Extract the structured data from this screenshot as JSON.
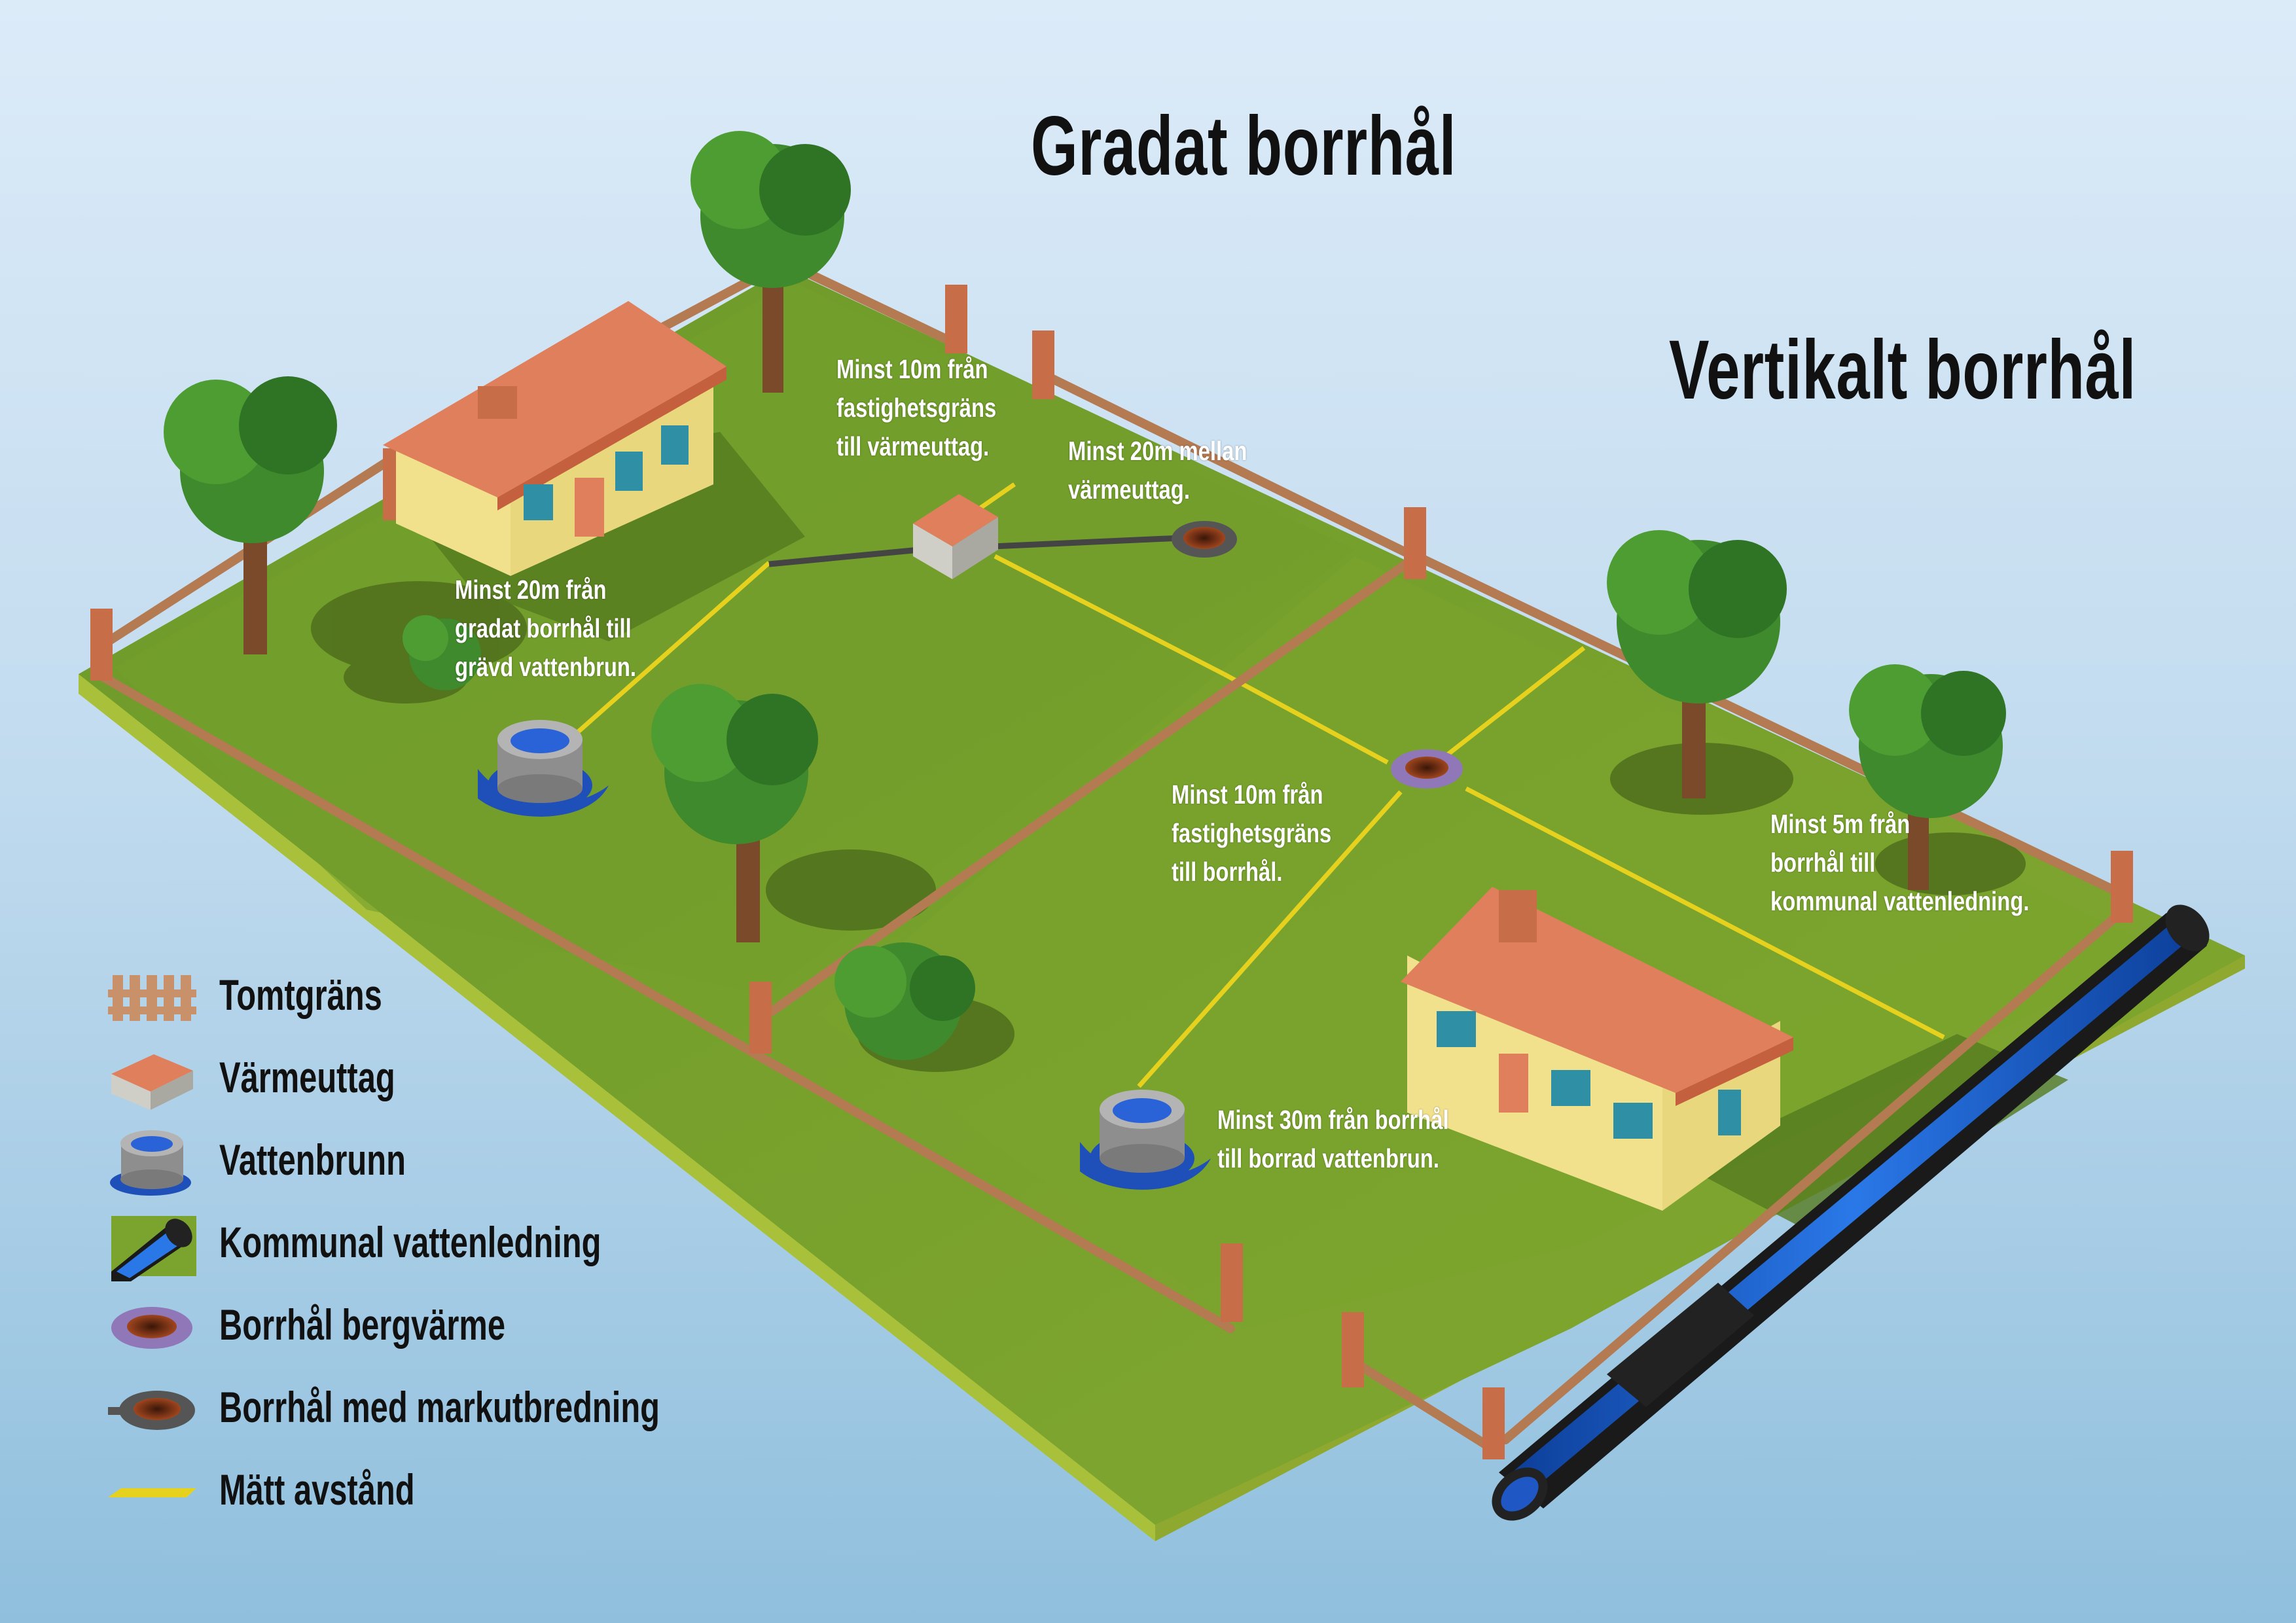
{
  "titles": {
    "gradat": "Gradat borrhål",
    "vertikalt": "Vertikalt  borrhål"
  },
  "notes": {
    "n1": [
      "Minst 10m från",
      "fastighetsgräns",
      "till värmeuttag."
    ],
    "n2": [
      "Minst 20m mellan",
      "värmeuttag."
    ],
    "n3": [
      "Minst 20m från",
      "gradat borrhål till",
      "grävd vattenbrun."
    ],
    "n4": [
      "Minst 10m från",
      "fastighetsgräns",
      "till borrhål."
    ],
    "n5": [
      "Minst 5m från",
      "borrhål till",
      "kommunal vattenledning."
    ],
    "n6": [
      "Minst 30m från borrhål",
      "till borrad vattenbrun."
    ]
  },
  "legend": [
    {
      "icon": "fence-icon",
      "label": "Tomtgräns"
    },
    {
      "icon": "heat-outlet-icon",
      "label": "Värmeuttag"
    },
    {
      "icon": "water-well-icon",
      "label": "Vattenbrunn"
    },
    {
      "icon": "water-pipe-icon",
      "label": "Kommunal vattenledning"
    },
    {
      "icon": "geothermal-borehole-icon",
      "label": "Borrhål bergvärme"
    },
    {
      "icon": "ground-borehole-icon",
      "label": "Borrhål med markutbredning"
    },
    {
      "icon": "measured-distance-icon",
      "label": "Mätt avstånd"
    }
  ],
  "colors": {
    "grass": "#6f9d2b",
    "grass_edge": "#a9c13a",
    "fence": "#c9916a",
    "roof": "#e07f5c",
    "wall": "#f1e18c",
    "measure_line": "#e6d21e",
    "pipe": "#1b5fd0",
    "borehole_ring": "#9077b8"
  }
}
